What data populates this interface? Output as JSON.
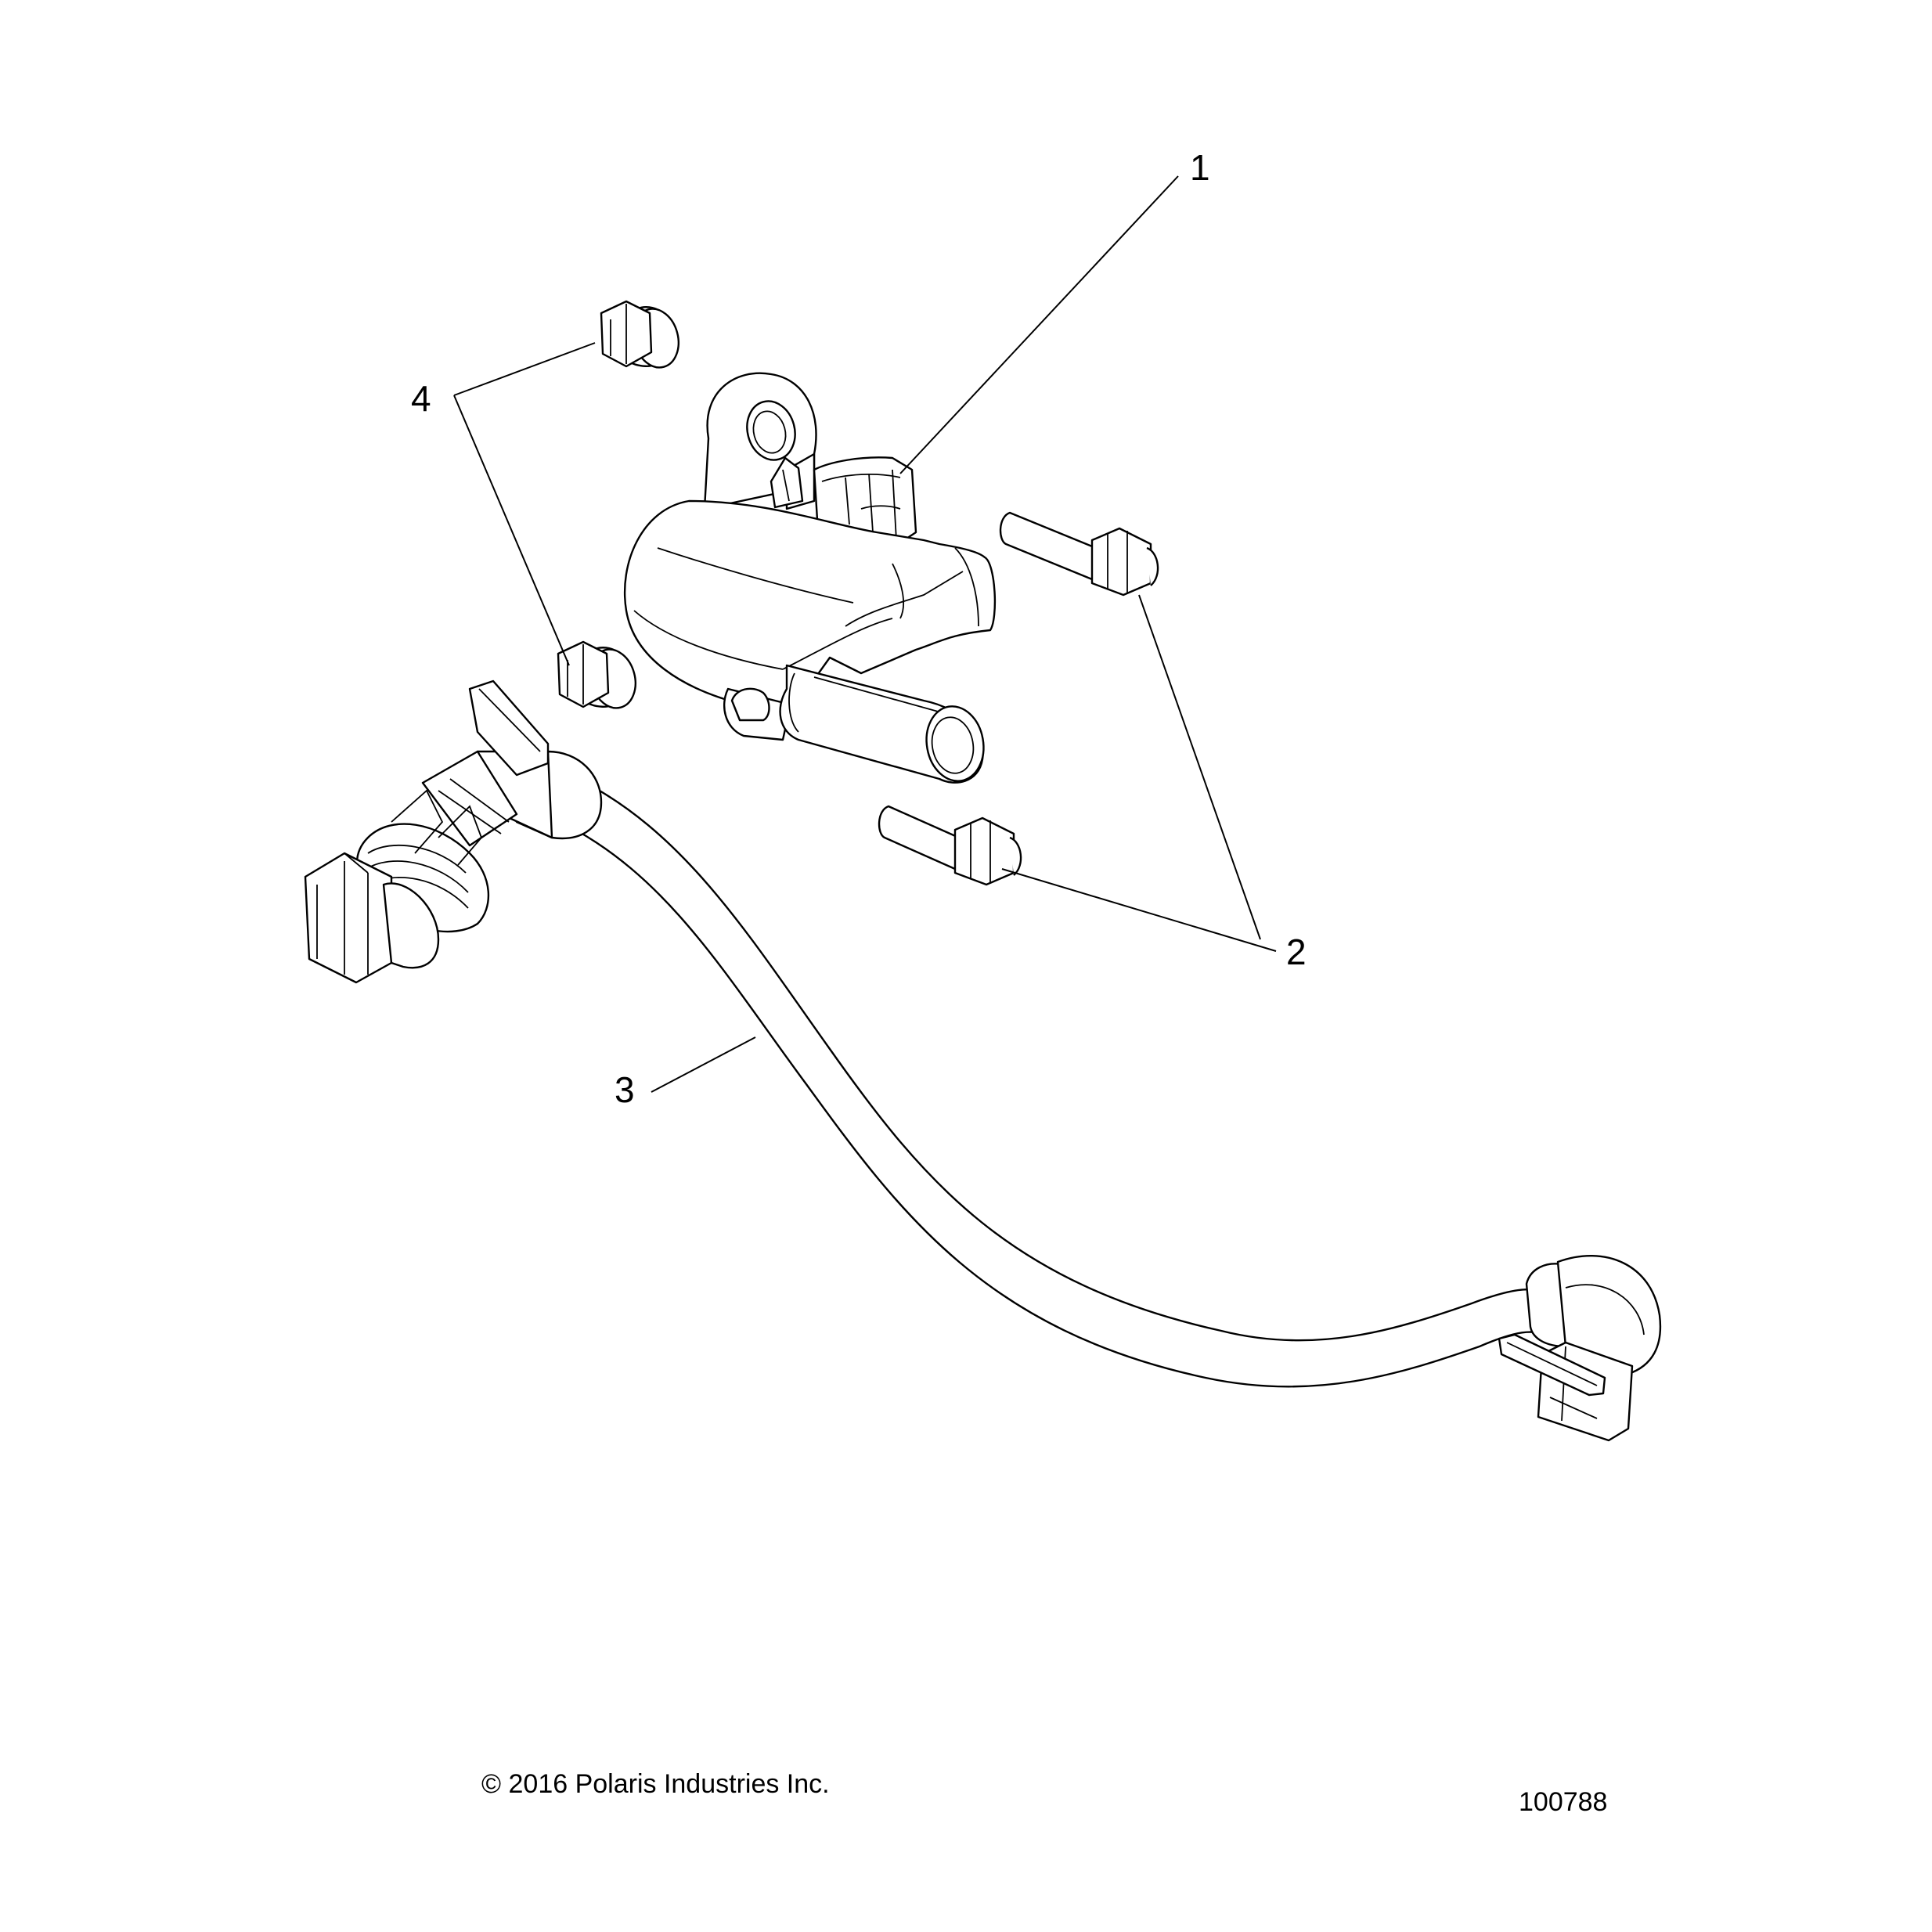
{
  "callouts": {
    "c1": "1",
    "c2": "2",
    "c3": "3",
    "c4": "4"
  },
  "footer": {
    "copyright": "© 2016 Polaris Industries Inc.",
    "figure_id": "100788"
  },
  "colors": {
    "line": "#000000",
    "background": "#ffffff"
  }
}
